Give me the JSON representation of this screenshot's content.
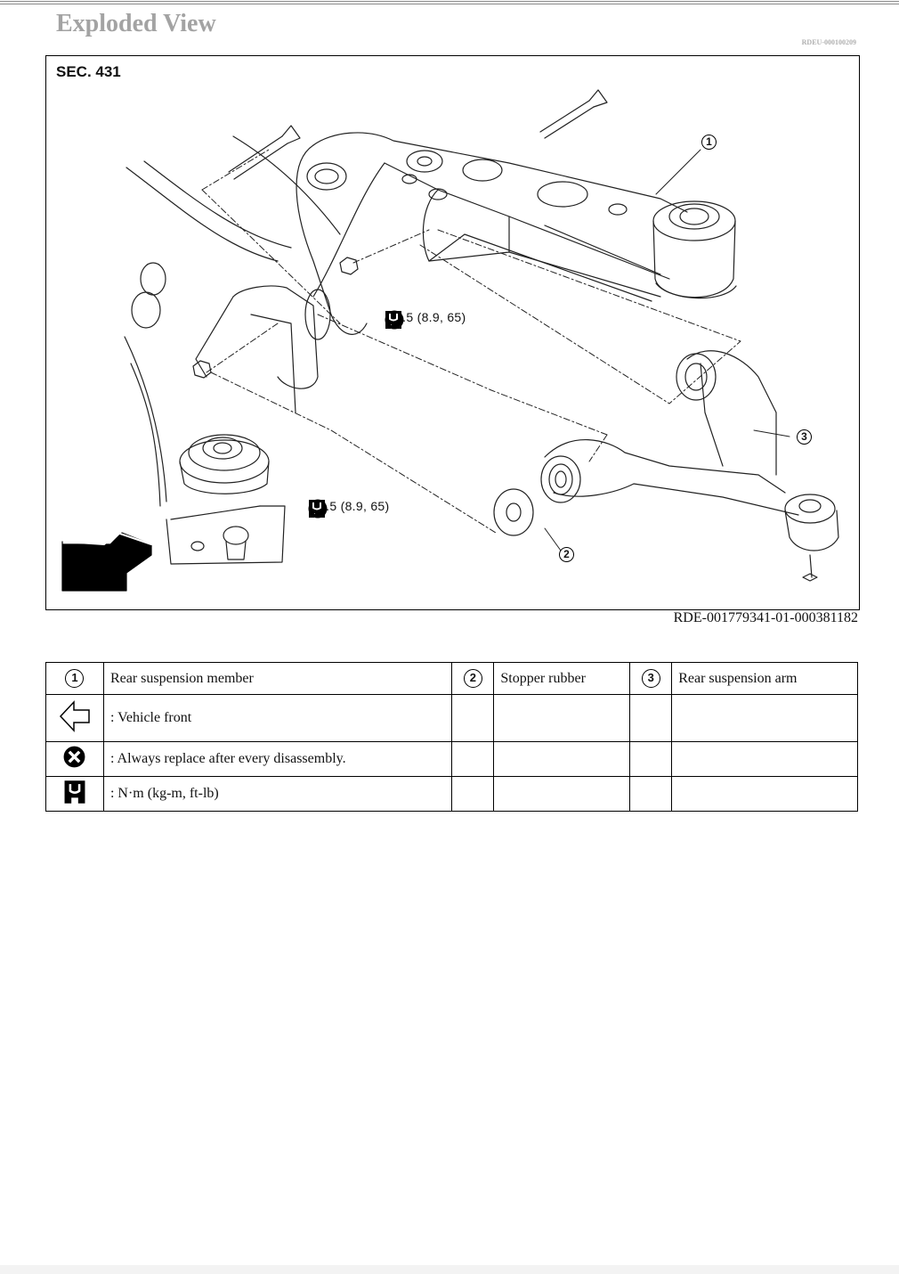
{
  "header": {
    "title": "Exploded View",
    "doc_id": "RDEU-000100209"
  },
  "figure": {
    "section": "SEC. 431",
    "callouts": [
      "1",
      "2",
      "3"
    ],
    "torque_values": [
      "87.5 (8.9, 65)",
      "87.5 (8.9, 65)"
    ],
    "figure_id": "RDE-001779341-01-000381182"
  },
  "legend": {
    "items": [
      {
        "num": "1",
        "label": "Rear suspension member"
      },
      {
        "num": "2",
        "label": "Stopper rubber"
      },
      {
        "num": "3",
        "label": "Rear suspension arm"
      }
    ],
    "symbols": [
      {
        "icon": "arrow-left-icon",
        "label": ": Vehicle front"
      },
      {
        "icon": "replace-icon",
        "label": ": Always replace after every disassembly."
      },
      {
        "icon": "torque-wrench-icon",
        "label": ": N·m (kg-m, ft-lb)"
      }
    ]
  }
}
